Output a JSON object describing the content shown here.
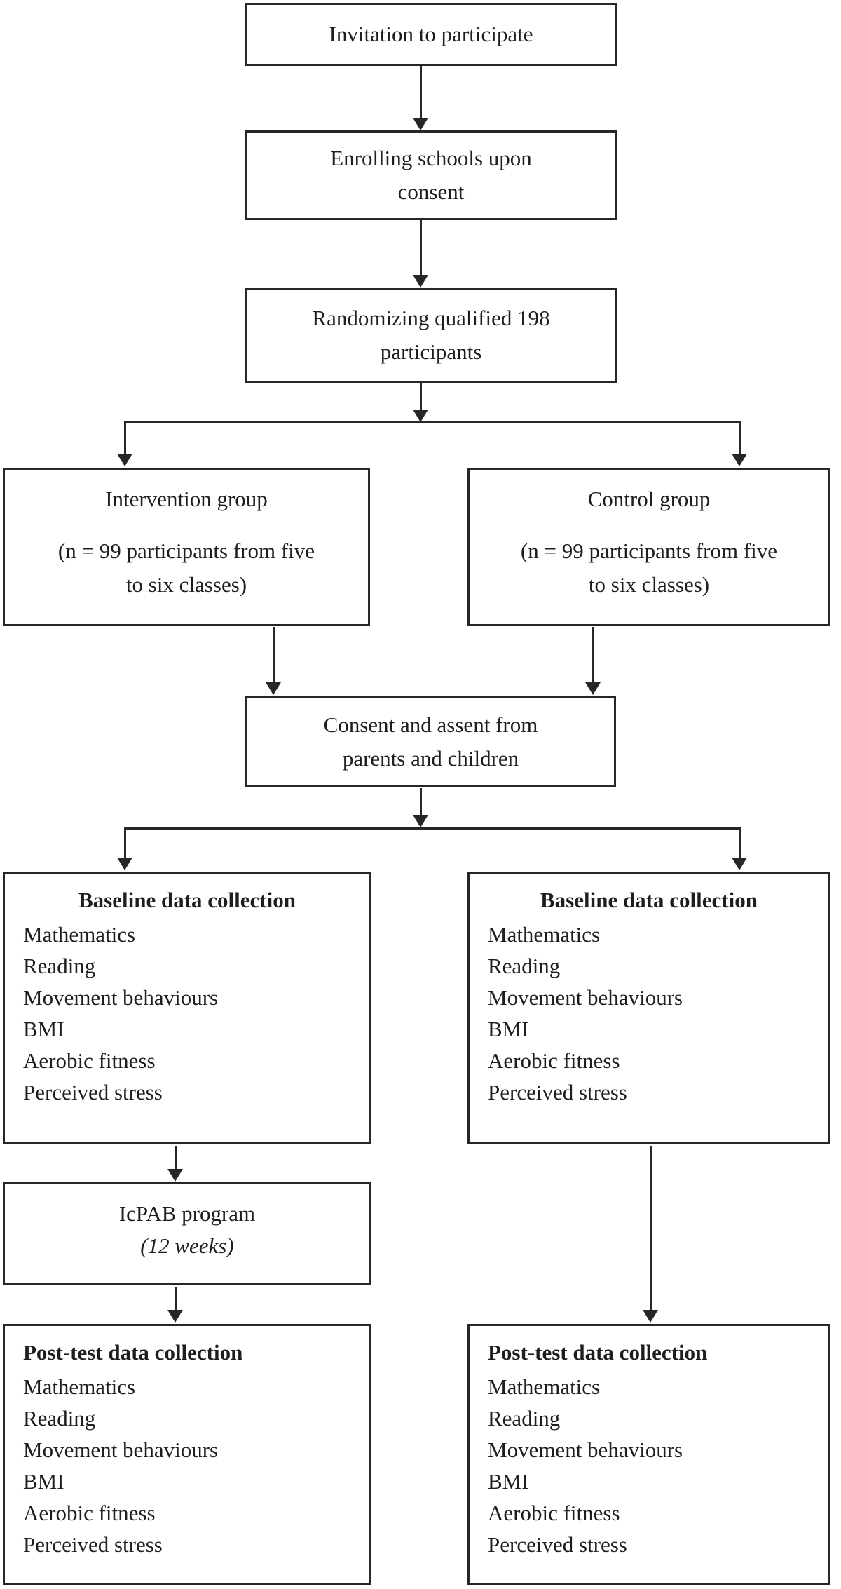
{
  "colors": {
    "line": "#272727",
    "text": "#1e1e1e",
    "background": "#ffffff"
  },
  "nodes": {
    "invitation": {
      "label": "Invitation to participate"
    },
    "enrolling": {
      "line1": "Enrolling schools upon",
      "line2": "consent"
    },
    "randomizing": {
      "line1": "Randomizing qualified 198",
      "line2": "participants"
    },
    "intervention": {
      "heading": "Intervention group",
      "line1": "(n = 99 participants from five",
      "line2": "to six classes)"
    },
    "control": {
      "heading": "Control group",
      "line1": "(n = 99 participants from five",
      "line2": "to six classes)"
    },
    "consent": {
      "line1": "Consent and assent from",
      "line2": "parents and children"
    },
    "baseline_left": {
      "heading": "Baseline data collection",
      "items": [
        "Mathematics",
        "Reading",
        "Movement behaviours",
        "BMI",
        "Aerobic fitness",
        "Perceived stress"
      ]
    },
    "baseline_right": {
      "heading": "Baseline data collection",
      "items": [
        "Mathematics",
        "Reading",
        "Movement behaviours",
        "BMI",
        "Aerobic fitness",
        "Perceived stress"
      ]
    },
    "icpab": {
      "line1": "IcPAB program",
      "line2": "(12 weeks)"
    },
    "posttest_left": {
      "heading": "Post-test data collection",
      "items": [
        "Mathematics",
        "Reading",
        "Movement behaviours",
        "BMI",
        "Aerobic fitness",
        "Perceived stress"
      ]
    },
    "posttest_right": {
      "heading": "Post-test data collection",
      "items": [
        "Mathematics",
        "Reading",
        "Movement behaviours",
        "BMI",
        "Aerobic fitness",
        "Perceived stress"
      ]
    }
  }
}
